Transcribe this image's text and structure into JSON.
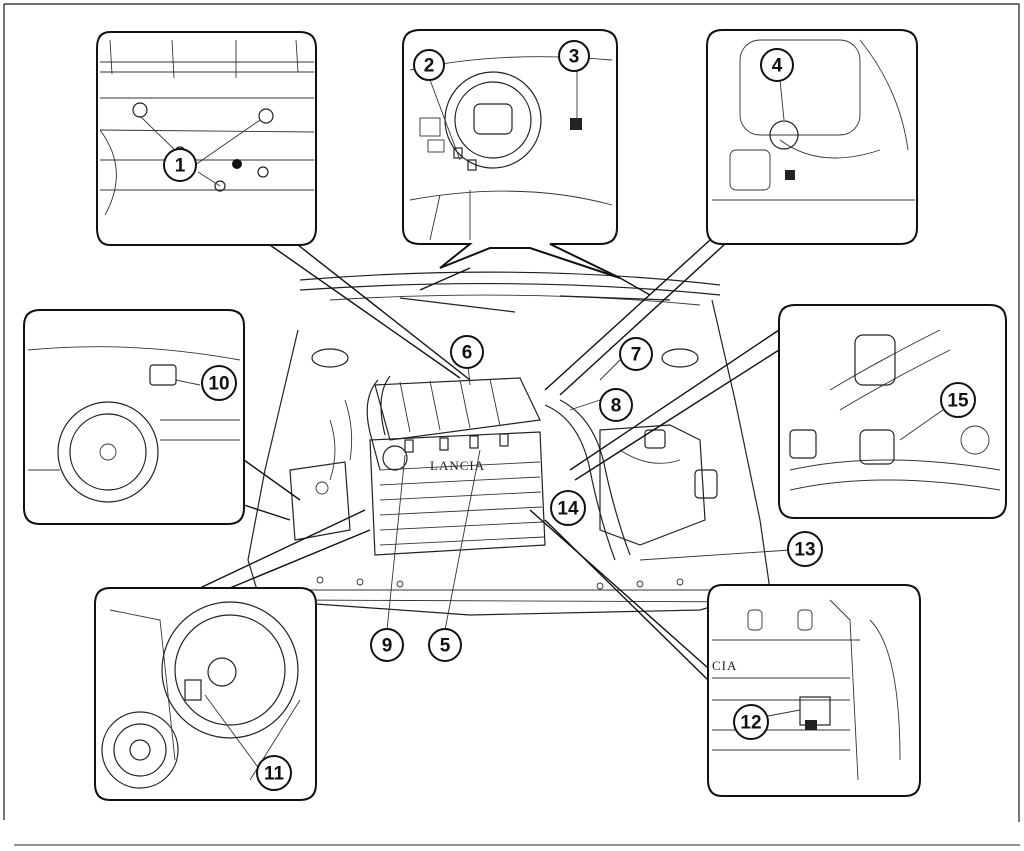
{
  "diagram": {
    "type": "engine-bay-component-locator",
    "engine_brand_text": "LANCIA",
    "inset_brand_text": "CIA",
    "callouts": [
      {
        "id": "c1",
        "label": "1"
      },
      {
        "id": "c2",
        "label": "2"
      },
      {
        "id": "c3",
        "label": "3"
      },
      {
        "id": "c4",
        "label": "4"
      },
      {
        "id": "c5",
        "label": "5"
      },
      {
        "id": "c6",
        "label": "6"
      },
      {
        "id": "c7",
        "label": "7"
      },
      {
        "id": "c8",
        "label": "8"
      },
      {
        "id": "c9",
        "label": "9"
      },
      {
        "id": "c10",
        "label": "10"
      },
      {
        "id": "c11",
        "label": "11"
      },
      {
        "id": "c12",
        "label": "12"
      },
      {
        "id": "c13",
        "label": "13"
      },
      {
        "id": "c14",
        "label": "14"
      },
      {
        "id": "c15",
        "label": "15"
      }
    ],
    "line_color": "#111111",
    "background": "#ffffff"
  }
}
